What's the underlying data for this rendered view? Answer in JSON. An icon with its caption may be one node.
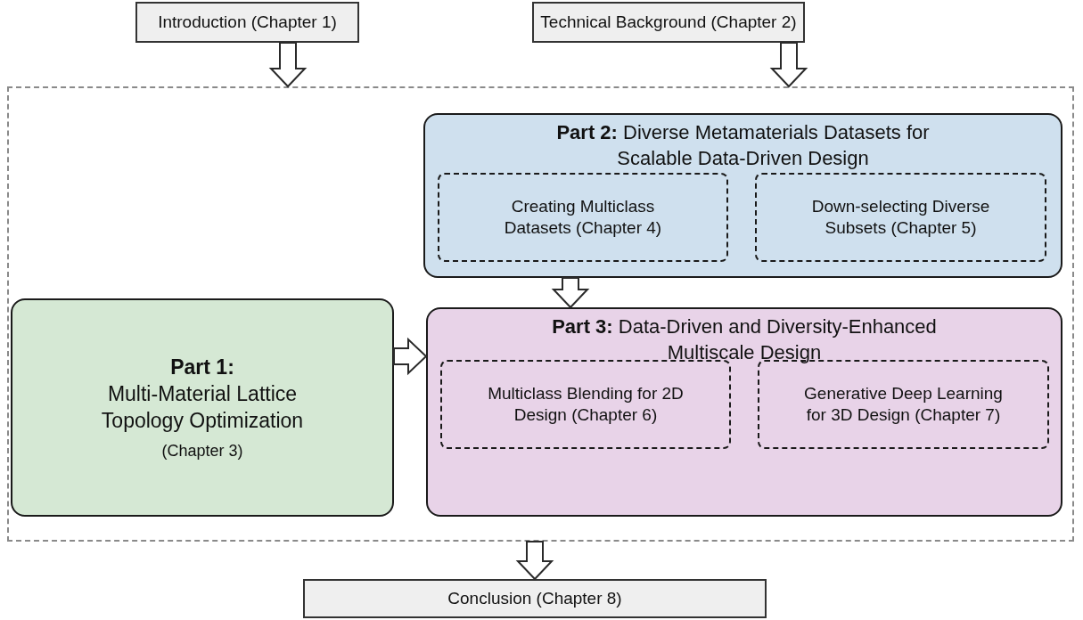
{
  "diagram": {
    "nodes": [
      {
        "text": [
          "Introduction (Chapter 1)"
        ]
      },
      {
        "text": [
          "Technical Background (Chapter 2)"
        ]
      },
      {
        "text": [],
        "shape": "box"
      },
      {
        "text": [
          "**Part 2:** Diverse Metamaterials Datasets for Scalable Data-Driven Design"
        ],
        "in": 2
      },
      {
        "text": [
          "Creating Multiclass Datasets (Chapter 4)"
        ],
        "in": 3
      },
      {
        "text": [
          "Down-selecting Diverse Subsets (Chapter 5)"
        ],
        "in": 3
      },
      {
        "text": [
          "Part 1:",
          "Multi-Material Lattice Topology Optimization",
          "(Chapter 3)"
        ],
        "in": 2
      },
      {
        "text": [
          "**Part 3:** Data-Driven and Diversity-Enhanced Multiscale Design"
        ],
        "in": 2
      },
      {
        "text": [
          "Multiclass Blending for 2D Design (Chapter 6)"
        ],
        "in": 7
      },
      {
        "text": [
          "Generative Deep Learning for 3D Design (Chapter 7)"
        ],
        "in": 7
      },
      {
        "text": [
          "Conclusion (Chapter 8)"
        ]
      }
    ],
    "edges": [
      {
        "from": 0,
        "to": 2,
        "arrow": "to"
      },
      {
        "from": 1,
        "to": 2,
        "arrow": "to"
      },
      {
        "from": 3,
        "to": 7,
        "arrow": "to"
      },
      {
        "from": 6,
        "to": 7,
        "arrow": "to"
      },
      {
        "from": 2,
        "to": 10,
        "arrow": "to"
      }
    ]
  }
}
